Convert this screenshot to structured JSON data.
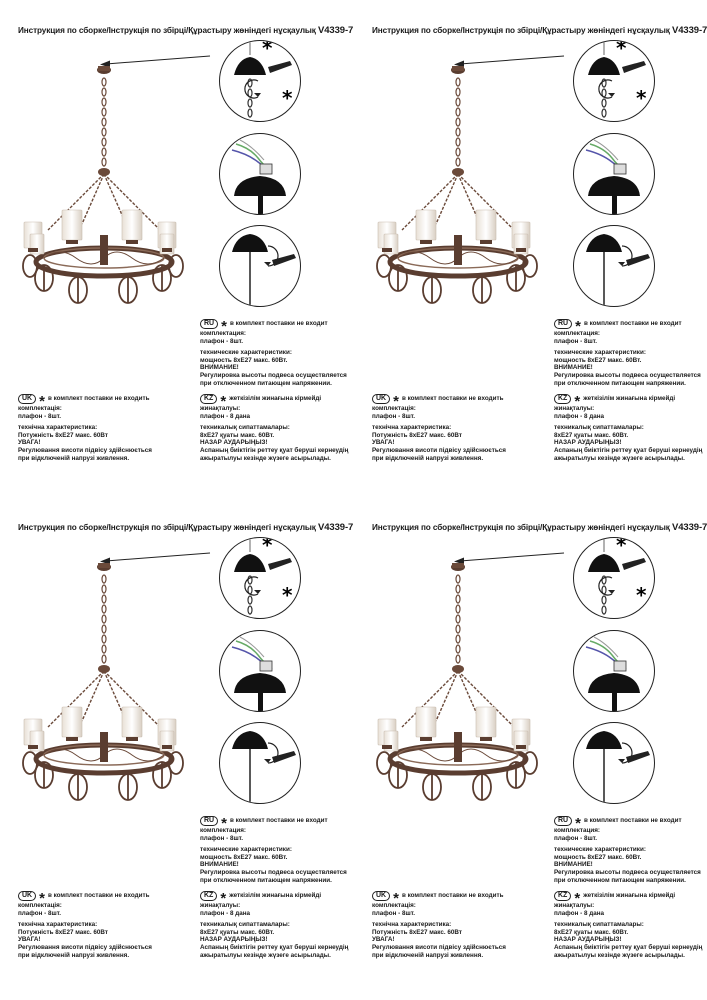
{
  "header": {
    "title": "Инструкция по сборке/Інструкція по збірці/Құрастыру жөніндегі нұсқаулық",
    "model": "V4339-7/8"
  },
  "icons": [
    "arrow-left-icon",
    "asterisk-icon",
    "rotate-arrow-icon",
    "wiring-icon"
  ],
  "ru": {
    "badge": "RU",
    "note": "в комплект поставки не входит",
    "lines": [
      "комплектация:",
      "плафон - 8шт.",
      "",
      "технические характеристики:",
      "мощность 8хЕ27 макс. 60Вт.",
      "ВНИМАНИЕ!",
      "Регулировка высоты подвеса осуществляется",
      "при отключенном питающем напряжении."
    ]
  },
  "uk": {
    "badge": "UK",
    "note": "в комплект поставки не входить",
    "lines": [
      "комплектація:",
      "плафон - 8шт.",
      "",
      "технічна характеристика:",
      "Потужність 8хЕ27 макс. 60Вт",
      "УВАГА!",
      "Регулювання висоти підвісу здійснюється",
      "при відключеній напрузі живлення."
    ]
  },
  "kz": {
    "badge": "KZ",
    "note": "жеткізілім жинағына кірмейді",
    "lines": [
      "жинақталуы:",
      "плафон - 8 дана",
      "",
      "техникалық сипаттамалары:",
      "8хЕ27 қуаты макс. 60Вт.",
      "НАЗАР АУДАРЫҢЫЗ!",
      "Аспаның биіктігін реттеу қуат беруші кернеудің",
      "ажыратылуы кезінде жүзеге асырылады."
    ]
  },
  "colors": {
    "bronze": "#6b4a3a",
    "glass": "#f2ece4",
    "ink": "#1a1a1a"
  }
}
